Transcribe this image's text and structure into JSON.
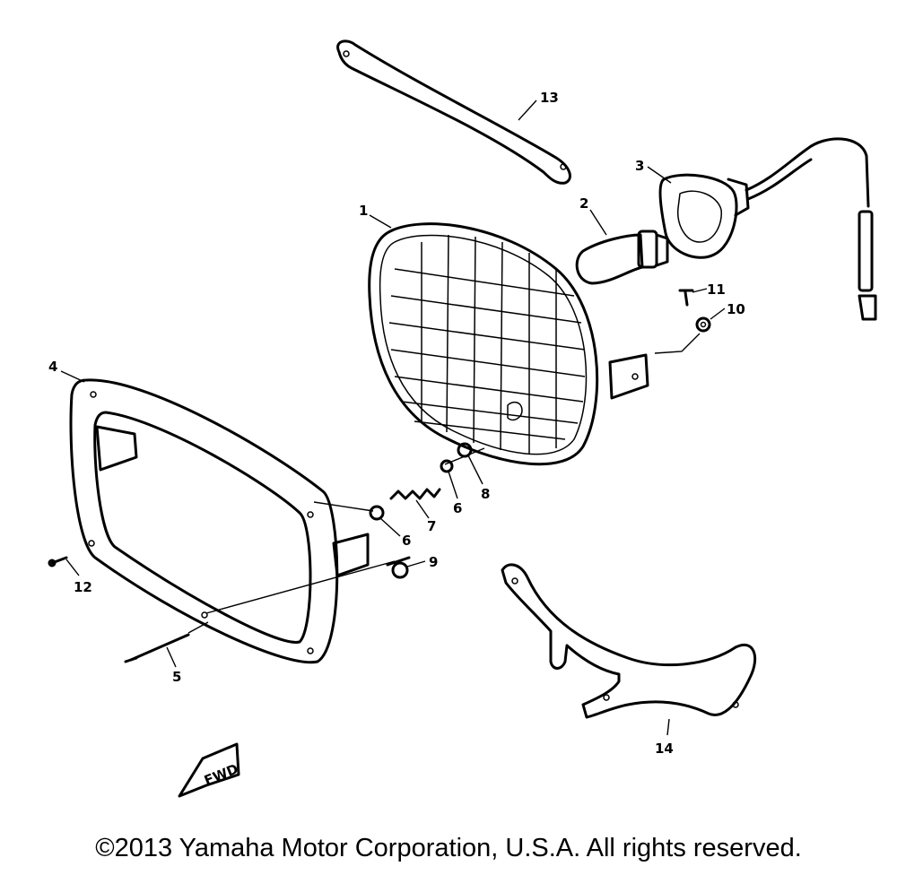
{
  "callouts": {
    "c1": "1",
    "c2": "2",
    "c3": "3",
    "c4": "4",
    "c5": "5",
    "c6a": "6",
    "c6b": "6",
    "c7": "7",
    "c8": "8",
    "c9": "9",
    "c10": "10",
    "c11": "11",
    "c12": "12",
    "c13": "13",
    "c14": "14"
  },
  "fwd_label": "FWD",
  "copyright": "©2013 Yamaha Motor Corporation, U.S.A. All rights reserved."
}
